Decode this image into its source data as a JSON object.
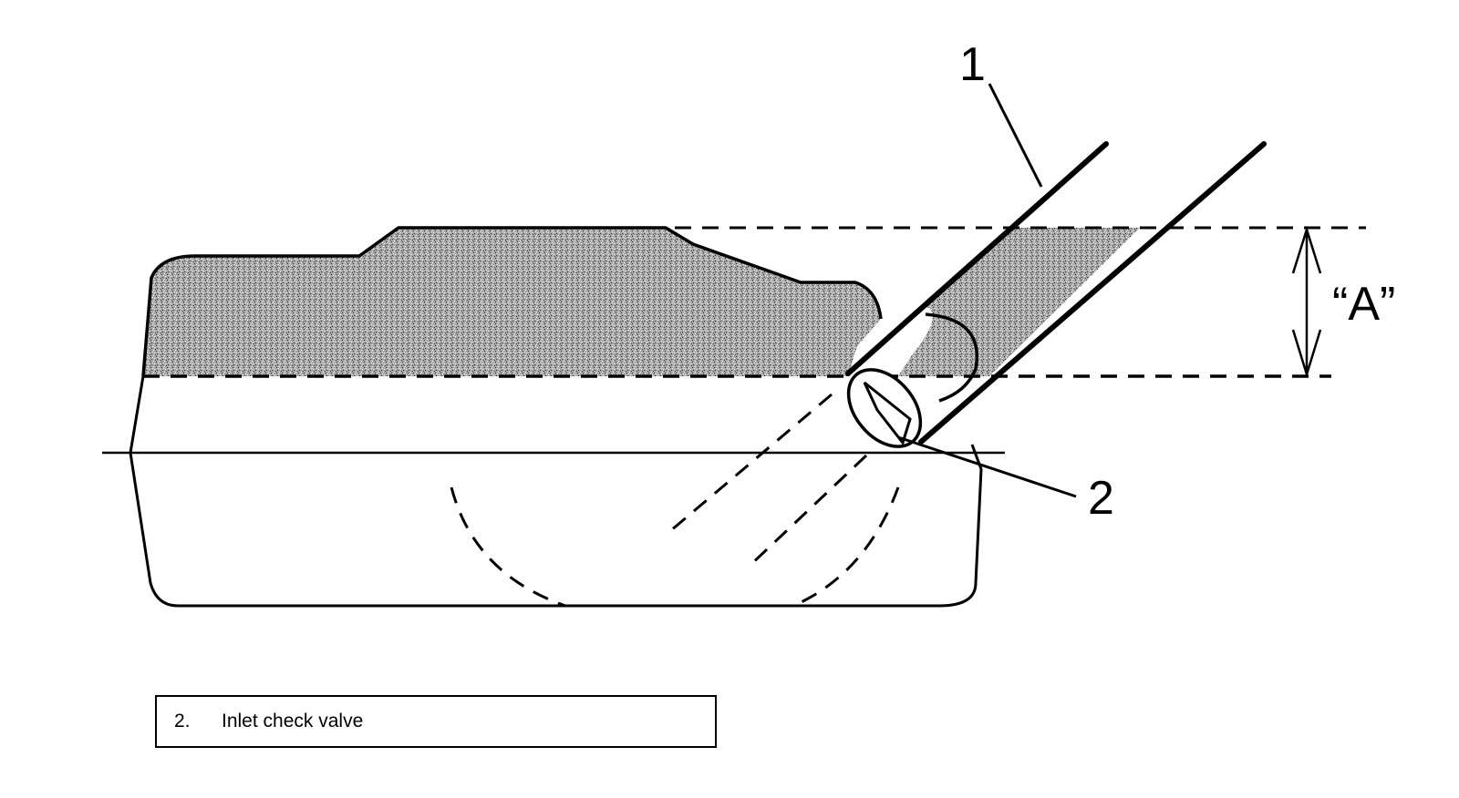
{
  "diagram": {
    "callouts": {
      "fuel_inlet_pipe": "1",
      "inlet_check_valve": "2"
    },
    "dimension_label": "“A”",
    "colors": {
      "line": "#000000",
      "fuel_fill": "#8f8f8f",
      "background": "#ffffff"
    }
  },
  "legend": {
    "items": [
      {
        "number": "2.",
        "text": "Inlet check valve"
      }
    ]
  }
}
